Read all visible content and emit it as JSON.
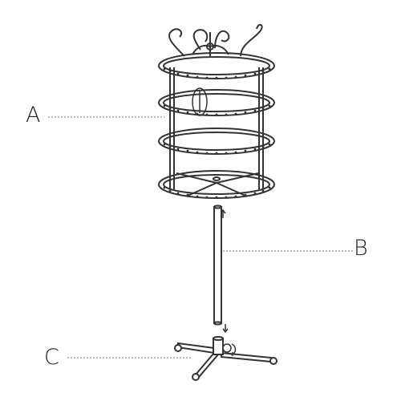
{
  "diagram": {
    "callouts": {
      "a": "A",
      "b": "B",
      "c": "C"
    },
    "colors": {
      "line": "#333333",
      "leader": "#777777",
      "background": "#ffffff"
    }
  }
}
